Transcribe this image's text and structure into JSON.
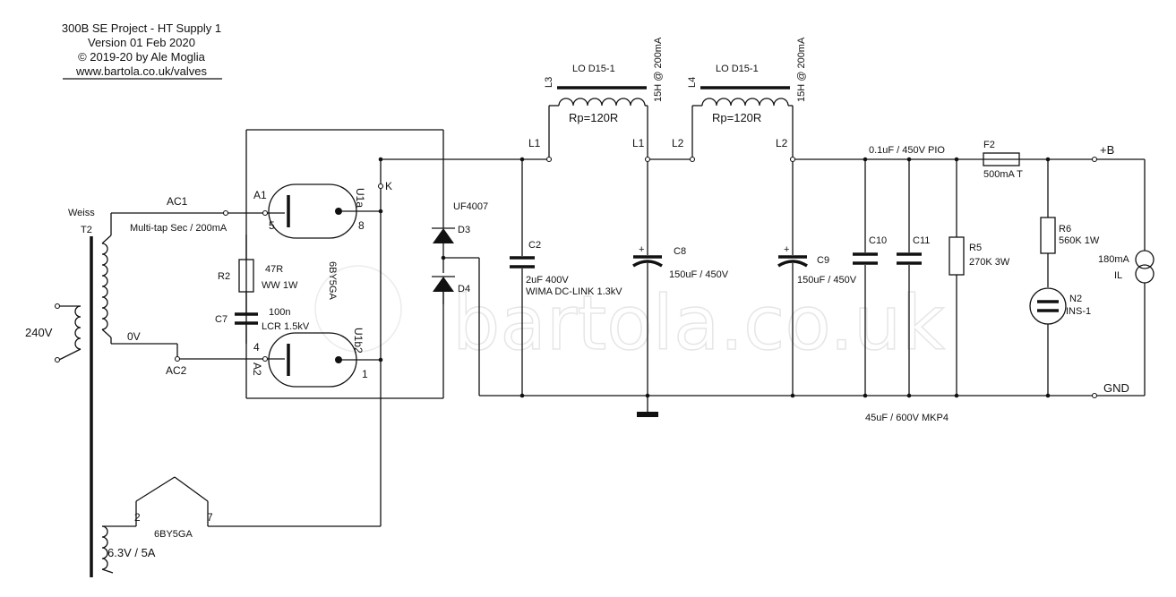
{
  "header": {
    "line1": "300B SE Project - HT Supply 1",
    "line2": "Version 01 Feb 2020",
    "line3": "© 2019-20 by Ale Moglia",
    "url": "www.bartola.co.uk/valves"
  },
  "watermark": "bartola.co.uk",
  "transformer": {
    "brand": "Weiss",
    "ref": "T2",
    "primary": "240V",
    "secondary_desc": "Multi-tap Sec / 200mA",
    "tap_ac1": "AC1",
    "tap_0v": "0V",
    "tap_ac2": "AC2",
    "heater_winding": "6.3V / 5A"
  },
  "rectifier": {
    "name": "6BY5GA",
    "heater_name": "6BY5GA",
    "u1a": "U1a",
    "u1b": "U1b2",
    "a1": "A1",
    "a2": "A2",
    "k": "K",
    "pin5": "5",
    "pin8": "8",
    "pin4": "4",
    "pin1": "1",
    "pin2": "2",
    "pin7": "7"
  },
  "r2": {
    "ref": "R2",
    "value": "47R",
    "desc": "WW 1W"
  },
  "c7": {
    "ref": "C7",
    "value": "100n",
    "desc": "LCR 1.5kV"
  },
  "diodes": {
    "part": "UF4007",
    "d3": "D3",
    "d4": "D4"
  },
  "c2": {
    "ref": "C2",
    "value": "2uF 400V",
    "desc": "WIMA DC-LINK 1.3kV"
  },
  "l3": {
    "ref": "L3",
    "part": "LO D15-1",
    "spec": "15H @ 200mA",
    "rp": "Rp=120R",
    "t1": "L1",
    "t2": "L1"
  },
  "l4": {
    "ref": "L4",
    "part": "LO D15-1",
    "spec": "15H @ 200mA",
    "rp": "Rp=120R",
    "t1": "L2",
    "t2": "L2"
  },
  "c8": {
    "ref": "C8",
    "value": "150uF / 450V"
  },
  "c9": {
    "ref": "C9",
    "value": "150uF / 450V"
  },
  "c10": {
    "ref": "C10"
  },
  "c11": {
    "ref": "C11"
  },
  "bypass": {
    "value": "0.1uF / 450V PIO"
  },
  "mkp": {
    "value": "45uF / 600V MKP4"
  },
  "f2": {
    "ref": "F2",
    "value": "500mA T"
  },
  "r5": {
    "ref": "R5",
    "value": "270K 3W"
  },
  "r6": {
    "ref": "R6",
    "value": "560K 1W"
  },
  "n2": {
    "ref": "N2",
    "value": "INS-1"
  },
  "ccs": {
    "value": "180mA",
    "ref": "IL"
  },
  "outputs": {
    "b_plus": "+B",
    "gnd": "GND"
  },
  "polarity": {
    "plus": "+"
  }
}
